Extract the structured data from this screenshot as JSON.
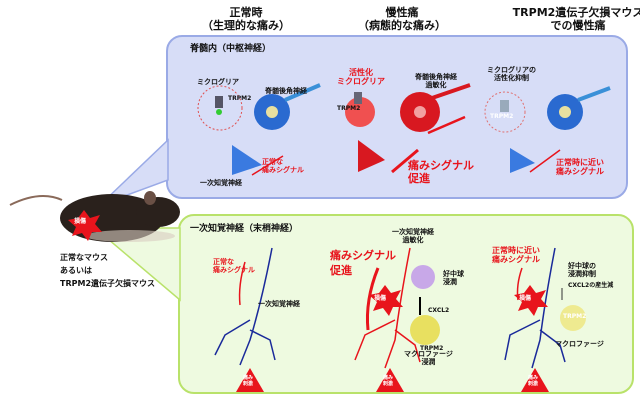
{
  "headers": {
    "normal": [
      "正常時",
      "（生理的な痛み）"
    ],
    "chronic": [
      "慢性痛",
      "（病態的な痛み）"
    ],
    "knockout": [
      "TRPM2遺伝子欠損マウス",
      "での慢性痛"
    ]
  },
  "spinal": {
    "title": "脊髄内（中枢神経）",
    "microglia": "ミクログリア",
    "trpm2": "TRPM2",
    "dorsal_horn": "脊髄後角神経",
    "primary": "一次知覚神経",
    "normal_signal": [
      "正常な",
      "痛みシグナル"
    ],
    "activated": [
      "活性化",
      "ミクログリア"
    ],
    "hypersens": [
      "脊髄後角神経",
      "過敏化"
    ],
    "pain_promote": [
      "痛みシグナル",
      "促進"
    ],
    "suppress": [
      "ミクログリアの",
      "活性化抑制"
    ],
    "near_normal": [
      "正常時に近い",
      "痛みシグナル"
    ]
  },
  "peripheral": {
    "title": "一次知覚神経（末梢神経）",
    "normal_signal": [
      "正常な",
      "痛みシグナル"
    ],
    "primary": "一次知覚神経",
    "hypersens": [
      "一次知覚神経",
      "過敏化"
    ],
    "pain_promote": [
      "痛みシグナル",
      "促進"
    ],
    "neutrophil": [
      "好中球",
      "浸潤"
    ],
    "cxcl2": "CXCL2",
    "trpm2": "TRPM2",
    "macrophage_inf": [
      "マクロファージ",
      "浸潤"
    ],
    "near_normal": [
      "正常時に近い",
      "痛みシグナル"
    ],
    "neutrophil_sup": [
      "好中球の",
      "浸潤抑制"
    ],
    "cxcl2_dec": "CXCL2の産生減",
    "macrophage": "マクロファージ",
    "stimulus": [
      "痛み",
      "刺激"
    ],
    "injury": "損傷"
  },
  "mouse": {
    "injury": "損傷",
    "caption": [
      "正常なマウス",
      "あるいは",
      "TRPM2遺伝子欠損マウス"
    ]
  },
  "colors": {
    "blue_panel": "#d7ddf7",
    "green_panel": "#eefae0",
    "red": "#e8141c",
    "nerve_blue": "#1a2a9a"
  }
}
